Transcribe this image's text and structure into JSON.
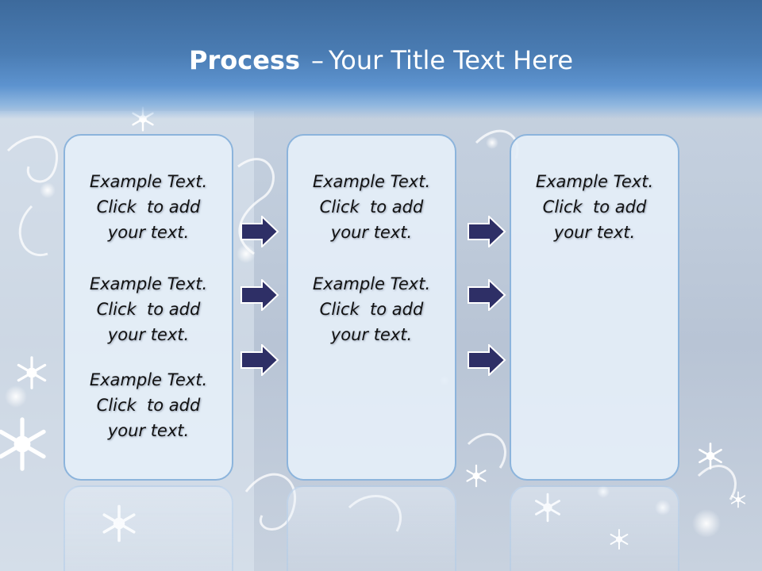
{
  "slide": {
    "title_bold": "Process",
    "title_separator": "–",
    "title_rest": "Your Title Text Here"
  },
  "columns": [
    {
      "blocks": [
        {
          "line1": "Example Text.",
          "line2": "Click  to add",
          "line3": "your text."
        },
        {
          "line1": "Example Text.",
          "line2": "Click  to add",
          "line3": "your text."
        },
        {
          "line1": "Example Text.",
          "line2": "Click  to add",
          "line3": "your text."
        }
      ]
    },
    {
      "blocks": [
        {
          "line1": "Example Text.",
          "line2": "Click  to add",
          "line3": "your text."
        },
        {
          "line1": "Example Text.",
          "line2": "Click  to add",
          "line3": "your text."
        }
      ]
    },
    {
      "blocks": [
        {
          "line1": "Example Text.",
          "line2": "Click  to add",
          "line3": "your text."
        }
      ]
    }
  ],
  "arrows": {
    "icon": "right-arrow-icon",
    "fill_color": "#2e2f66",
    "stroke_color": "#ffffff"
  },
  "colors": {
    "title_band": "#4a7cb3",
    "box_border": "#8cb4dc",
    "box_fill": "#e4eef8",
    "text": "#111111"
  }
}
